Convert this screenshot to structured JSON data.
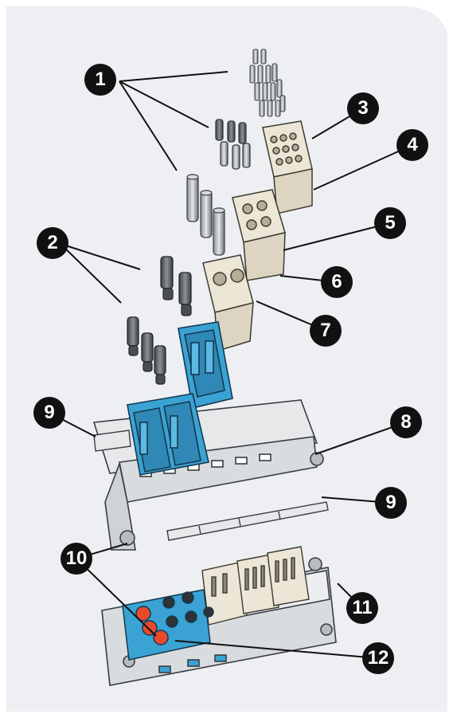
{
  "colors": {
    "panel": "#edeff2",
    "callout": "#111111",
    "insert_beige": "#ece6d6",
    "module_blue": "#2f97c9",
    "hood_grey": "#d9dcdf",
    "contact_grey": "#6b6f74",
    "red_plug": "#e84b2c"
  },
  "callouts": [
    {
      "id": "c1",
      "label": "1"
    },
    {
      "id": "c2",
      "label": "2"
    },
    {
      "id": "c3",
      "label": "3"
    },
    {
      "id": "c4",
      "label": "4"
    },
    {
      "id": "c5",
      "label": "5"
    },
    {
      "id": "c6",
      "label": "6"
    },
    {
      "id": "c7",
      "label": "7"
    },
    {
      "id": "c8",
      "label": "8"
    },
    {
      "id": "c9a",
      "label": "9"
    },
    {
      "id": "c9b",
      "label": "9"
    },
    {
      "id": "c10",
      "label": "10"
    },
    {
      "id": "c11",
      "label": "11"
    },
    {
      "id": "c12",
      "label": "12"
    }
  ]
}
